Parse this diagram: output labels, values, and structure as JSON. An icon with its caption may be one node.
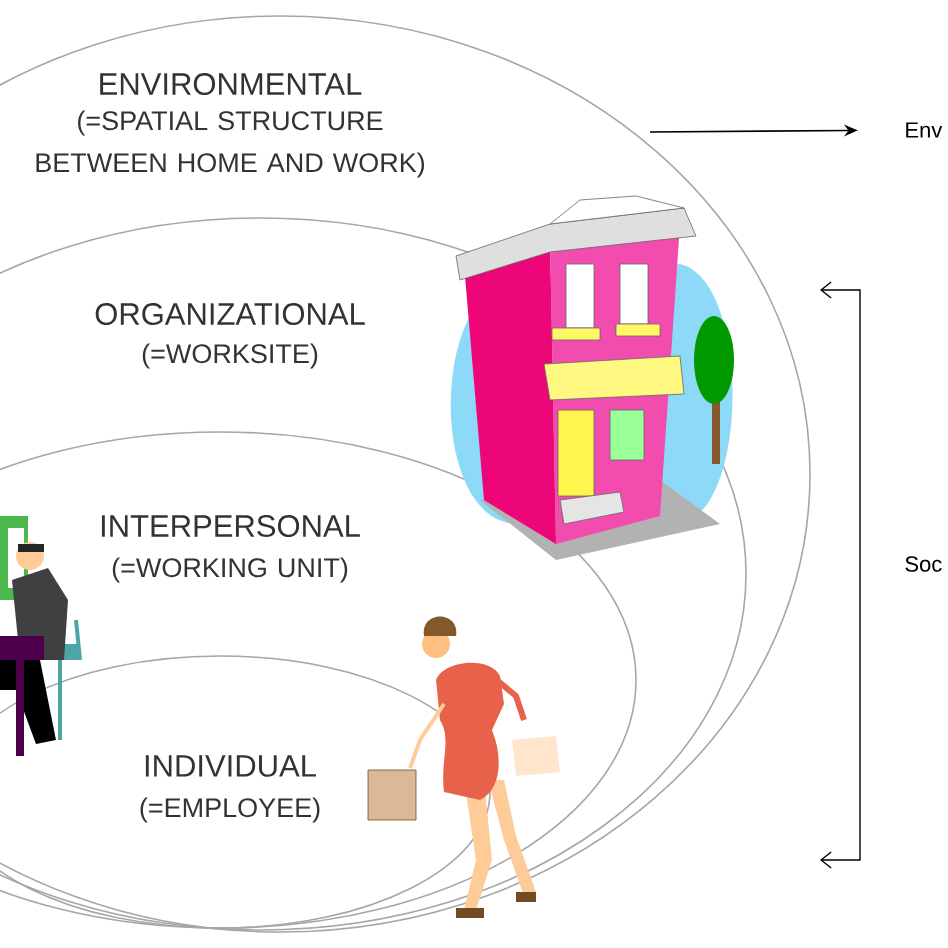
{
  "diagram": {
    "nodes": [
      {
        "text": [
          "ENVIRONMENTAL",
          "(=SPATIAL STRUCTURE BETWEEN HOME AND WORK)"
        ]
      },
      {
        "text": [
          "ORGANIZATIONAL",
          "(=WORKSITE)"
        ],
        "in": 0
      },
      {
        "text": [
          "INTERPERSONAL",
          "(=WORKING UNIT)"
        ],
        "in": 1
      },
      {
        "text": [
          "INDIVIDUAL",
          "(=EMPLOYEE)"
        ],
        "in": 2
      },
      {
        "text": [
          "Env"
        ]
      }
    ],
    "edges": [
      {
        "from": 0,
        "to": 4,
        "arrow": "to"
      }
    ],
    "labels": [
      "Soc"
    ]
  }
}
